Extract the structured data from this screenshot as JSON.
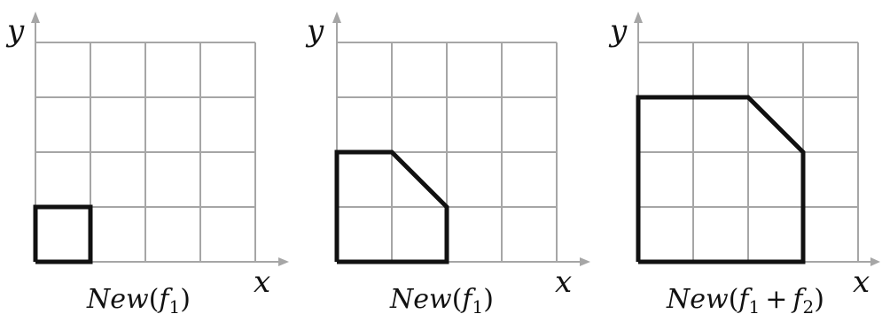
{
  "panels": [
    {
      "x_label": "x",
      "y_label": "y",
      "caption": {
        "func": "New",
        "open": "(",
        "f1": "f",
        "f1_sub": "1",
        "plus": "",
        "f2": "",
        "f2_sub": "",
        "close": ")"
      },
      "grid_cells": 4,
      "polygon": [
        [
          0,
          0
        ],
        [
          1,
          0
        ],
        [
          1,
          1
        ],
        [
          0,
          1
        ]
      ]
    },
    {
      "x_label": "x",
      "y_label": "y",
      "caption": {
        "func": "New",
        "open": "(",
        "f1": "f",
        "f1_sub": "1",
        "plus": "",
        "f2": "",
        "f2_sub": "",
        "close": ")"
      },
      "grid_cells": 4,
      "polygon": [
        [
          0,
          0
        ],
        [
          2,
          0
        ],
        [
          2,
          1
        ],
        [
          1,
          2
        ],
        [
          0,
          2
        ]
      ]
    },
    {
      "x_label": "x",
      "y_label": "y",
      "caption": {
        "func": "New",
        "open": "(",
        "f1": "f",
        "f1_sub": "1",
        "plus": "+",
        "f2": "f",
        "f2_sub": "2",
        "close": ")"
      },
      "grid_cells": 4,
      "polygon": [
        [
          0,
          0
        ],
        [
          3,
          0
        ],
        [
          3,
          2
        ],
        [
          2,
          3
        ],
        [
          0,
          3
        ]
      ]
    }
  ],
  "colors": {
    "grid": "#a6a6a6",
    "polygon": "#111111"
  }
}
